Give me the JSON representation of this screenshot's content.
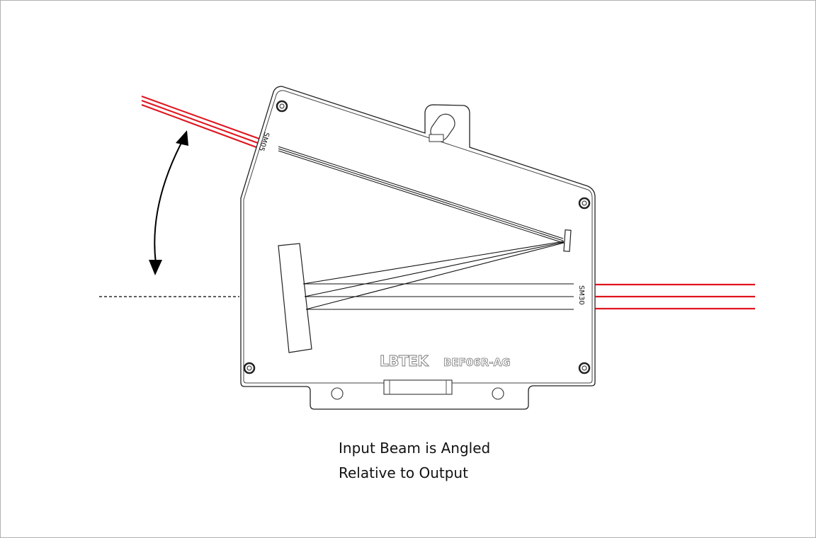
{
  "diagram": {
    "device_brand": "LBTEK",
    "device_model": "BEF06R-AG",
    "input_port_label": "SM05",
    "output_port_label": "SM30",
    "beam_color": "#e0141e",
    "caption_line1": "Input Beam is Angled",
    "caption_line2": "Relative to Output"
  }
}
